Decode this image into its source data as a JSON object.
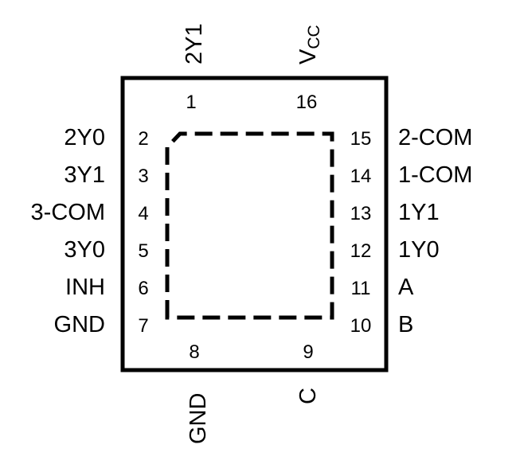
{
  "package": {
    "top_pins": [
      {
        "number": "1",
        "signal": "2Y1"
      },
      {
        "number": "16",
        "signal_main": "V",
        "signal_sub": "CC"
      }
    ],
    "left_pins": [
      {
        "number": "2",
        "signal": "2Y0"
      },
      {
        "number": "3",
        "signal": "3Y1"
      },
      {
        "number": "4",
        "signal": "3-COM"
      },
      {
        "number": "5",
        "signal": "3Y0"
      },
      {
        "number": "6",
        "signal": "INH"
      },
      {
        "number": "7",
        "signal": "GND"
      }
    ],
    "right_pins": [
      {
        "number": "15",
        "signal": "2-COM"
      },
      {
        "number": "14",
        "signal": "1-COM"
      },
      {
        "number": "13",
        "signal": "1Y1"
      },
      {
        "number": "12",
        "signal": "1Y0"
      },
      {
        "number": "11",
        "signal": "A"
      },
      {
        "number": "10",
        "signal": "B"
      }
    ],
    "bottom_pins": [
      {
        "number": "8",
        "signal": "GND"
      },
      {
        "number": "9",
        "signal": "C"
      }
    ]
  }
}
